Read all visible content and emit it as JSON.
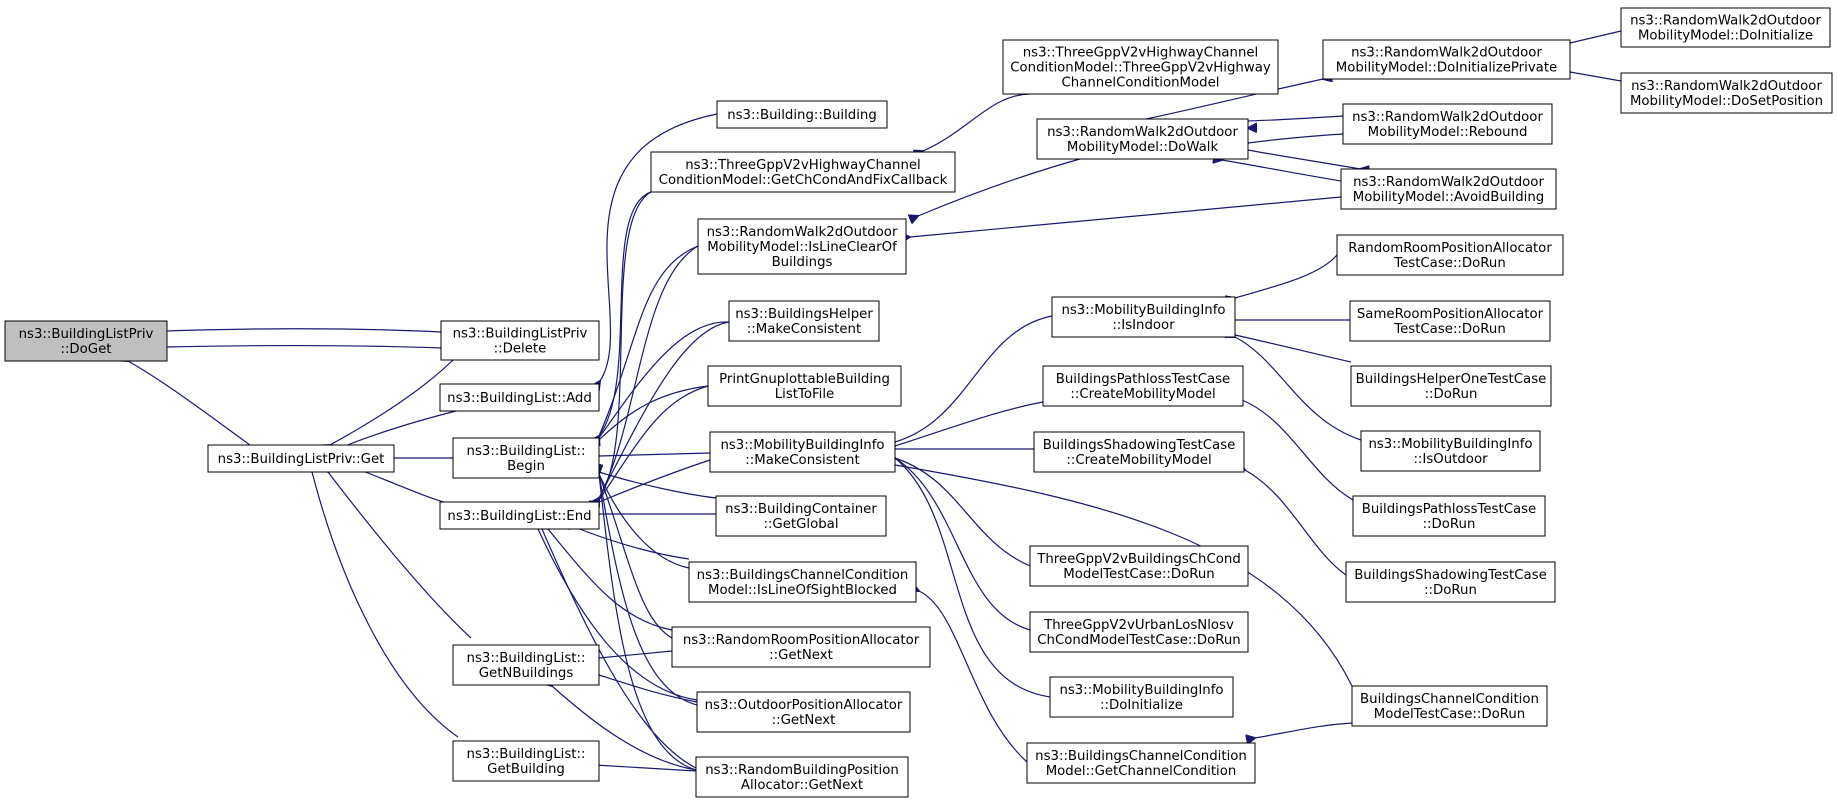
{
  "nodes": {
    "n1": [
      "ns3::BuildingListPriv",
      "::DoGet"
    ],
    "n2": [
      "ns3::BuildingListPriv",
      "::Delete"
    ],
    "n3": [
      "ns3::BuildingListPriv::Get"
    ],
    "n4": [
      "ns3::BuildingList::Add"
    ],
    "n5": [
      "ns3::BuildingList::",
      "Begin"
    ],
    "n6": [
      "ns3::BuildingList::End"
    ],
    "n7": [
      "ns3::BuildingList::",
      "GetNBuildings"
    ],
    "n8": [
      "ns3::BuildingList::",
      "GetBuilding"
    ],
    "n9": [
      "ns3::Building::Building"
    ],
    "n10": [
      "ns3::ThreeGppV2vHighwayChannel",
      "ConditionModel::GetChCondAndFixCallback"
    ],
    "n11": [
      "ns3::RandomWalk2dOutdoor",
      "MobilityModel::IsLineClearOf",
      "Buildings"
    ],
    "n12": [
      "ns3::BuildingsHelper",
      "::MakeConsistent"
    ],
    "n13": [
      "PrintGnuplottableBuilding",
      "ListToFile"
    ],
    "n14": [
      "ns3::MobilityBuildingInfo",
      "::MakeConsistent"
    ],
    "n15": [
      "ns3::BuildingContainer",
      "::GetGlobal"
    ],
    "n16": [
      "ns3::BuildingsChannelCondition",
      "Model::IsLineOfSightBlocked"
    ],
    "n17": [
      "ns3::RandomRoomPositionAllocator",
      "::GetNext"
    ],
    "n18": [
      "ns3::OutdoorPositionAllocator",
      "::GetNext"
    ],
    "n19": [
      "ns3::RandomBuildingPosition",
      "Allocator::GetNext"
    ],
    "n20": [
      "ns3::ThreeGppV2vHighwayChannel",
      "ConditionModel::ThreeGppV2vHighway",
      "ChannelConditionModel"
    ],
    "n21": [
      "ns3::RandomWalk2dOutdoor",
      "MobilityModel::DoWalk"
    ],
    "n22": [
      "ns3::MobilityBuildingInfo",
      "::IsIndoor"
    ],
    "n23": [
      "BuildingsPathlossTestCase",
      "::CreateMobilityModel"
    ],
    "n24": [
      "BuildingsShadowingTestCase",
      "::CreateMobilityModel"
    ],
    "n25": [
      "ThreeGppV2vBuildingsChCond",
      "ModelTestCase::DoRun"
    ],
    "n26": [
      "ThreeGppV2vUrbanLosNlosv",
      "ChCondModelTestCase::DoRun"
    ],
    "n27": [
      "ns3::MobilityBuildingInfo",
      "::DoInitialize"
    ],
    "n28": [
      "ns3::BuildingsChannelCondition",
      "Model::GetChannelCondition"
    ],
    "n29": [
      "ns3::RandomWalk2dOutdoor",
      "MobilityModel::DoInitializePrivate"
    ],
    "n30": [
      "ns3::RandomWalk2dOutdoor",
      "MobilityModel::Rebound"
    ],
    "n31": [
      "ns3::RandomWalk2dOutdoor",
      "MobilityModel::AvoidBuilding"
    ],
    "n32": [
      "RandomRoomPositionAllocator",
      "TestCase::DoRun"
    ],
    "n33": [
      "SameRoomPositionAllocator",
      "TestCase::DoRun"
    ],
    "n34": [
      "BuildingsHelperOneTestCase",
      "::DoRun"
    ],
    "n35": [
      "ns3::MobilityBuildingInfo",
      "::IsOutdoor"
    ],
    "n36": [
      "BuildingsPathlossTestCase",
      "::DoRun"
    ],
    "n37": [
      "BuildingsShadowingTestCase",
      "::DoRun"
    ],
    "n38": [
      "BuildingsChannelCondition",
      "ModelTestCase::DoRun"
    ],
    "n39": [
      "ns3::RandomWalk2dOutdoor",
      "MobilityModel::DoInitialize"
    ],
    "n40": [
      "ns3::RandomWalk2dOutdoor",
      "MobilityModel::DoSetPosition"
    ]
  },
  "colors": {
    "edge": "#191970",
    "root_fill": "#bfbfbf",
    "node_fill": "#ffffff",
    "node_border": "#000000"
  }
}
